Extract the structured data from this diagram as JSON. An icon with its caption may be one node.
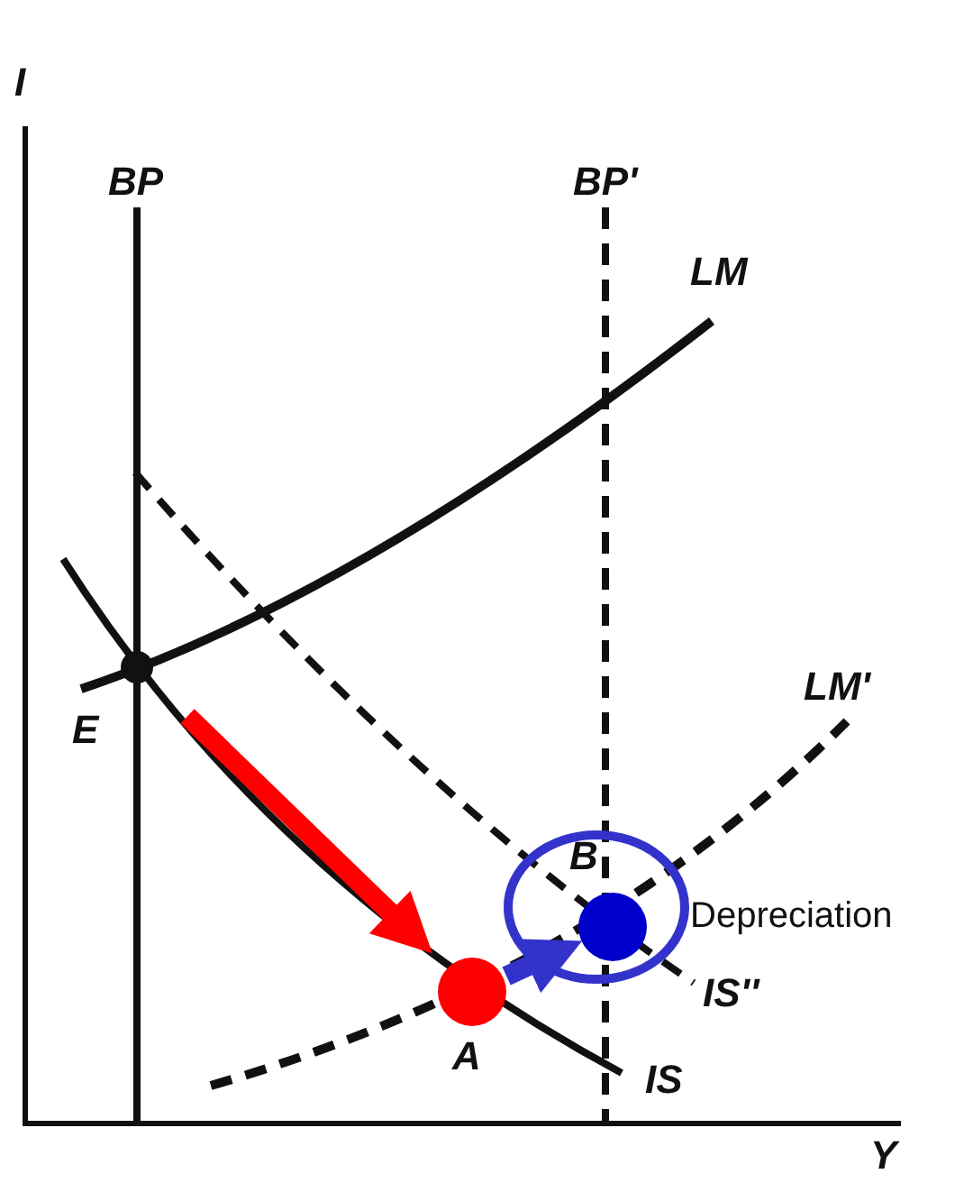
{
  "diagram": {
    "nodes": [
      {
        "text": [
          "E"
        ]
      },
      {
        "text": [
          "A"
        ]
      },
      {
        "text": [
          "B"
        ]
      }
    ],
    "edges": [
      {
        "from": 0,
        "to": 1,
        "arrow": "to",
        "color": "#ff0000"
      },
      {
        "from": 1,
        "to": 2,
        "arrow": "to",
        "color": "#3333cc"
      }
    ],
    "labels": [
      "I",
      "BP",
      "BP'",
      "LM",
      "LM'",
      "Depreciation",
      "IS''",
      "IS",
      "Y"
    ]
  }
}
